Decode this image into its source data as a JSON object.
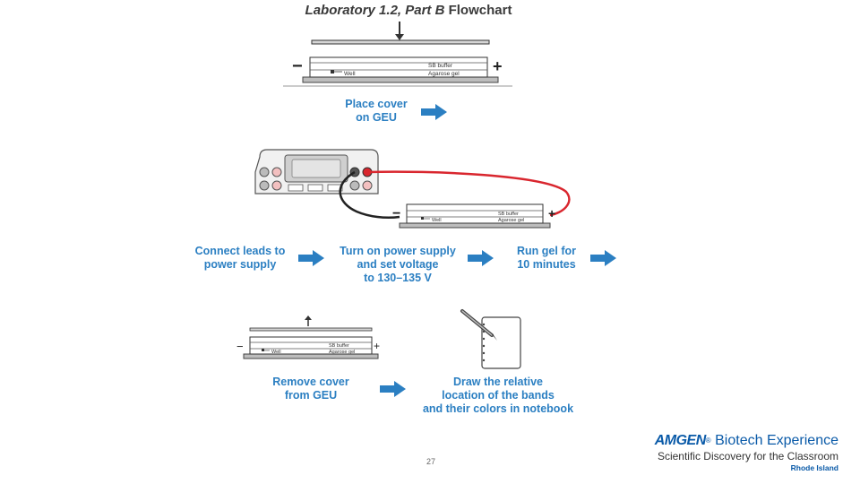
{
  "title": {
    "prefix": "Laboratory 1.2, Part B",
    "suffix": " Flowchart"
  },
  "geu": {
    "buffer_label": "SB buffer",
    "gel_label": "Agarose gel",
    "well_label": "Well",
    "minus_sign": "−",
    "plus_sign": "+"
  },
  "steps": {
    "place_cover": [
      "Place cover",
      "on GEU"
    ],
    "connect_leads": [
      "Connect leads to",
      "power supply"
    ],
    "turn_on": [
      "Turn on power supply",
      "and set voltage",
      "to 130–135 V"
    ],
    "run_gel": [
      "Run gel for",
      "10 minutes"
    ],
    "remove_cover": [
      "Remove cover",
      "from GEU"
    ],
    "draw_bands": [
      "Draw the relative",
      "location of the bands",
      "and their colors in notebook"
    ]
  },
  "page_number": "27",
  "brand": {
    "name": "AMGEN",
    "reg": "®",
    "product": " Biotech Experience",
    "tagline": "Scientific Discovery for the Classroom",
    "region": "Rhode Island"
  },
  "colors": {
    "accent": "#2b7fc2",
    "lead_red": "#d9262e",
    "lead_black": "#222222",
    "brand": "#0a5aa8"
  },
  "icons": [
    "down-arrow-icon",
    "up-arrow-icon",
    "right-arrow-icon",
    "pencil-icon",
    "notebook-icon",
    "power-supply-icon"
  ]
}
